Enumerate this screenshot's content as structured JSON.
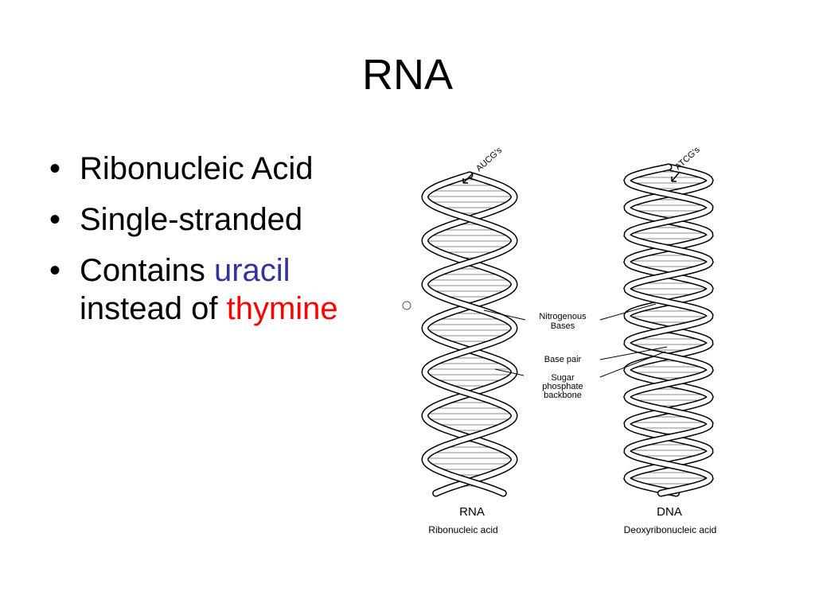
{
  "slide": {
    "title": "RNA",
    "bullets": [
      {
        "text": "Ribonucleic Acid"
      },
      {
        "text": "Single-stranded"
      },
      {
        "prefix": "Contains ",
        "accent1": "uracil",
        "middle": " instead of ",
        "accent2": "thymine"
      }
    ],
    "bullet_glyph": "•"
  },
  "figure": {
    "rna_top_label": "AUCG's",
    "dna_top_label": "ATCG's",
    "callouts": [
      "Nitrogenous",
      "Bases",
      "Base pair",
      "Sugar",
      "phosphate",
      "backbone"
    ],
    "rna_label": "RNA",
    "rna_sublabel": "Ribonucleic acid",
    "dna_label": "DNA",
    "dna_sublabel": "Deoxyribonucleic acid"
  },
  "colors": {
    "accent1": "#333399",
    "accent2": "#ff0000"
  }
}
